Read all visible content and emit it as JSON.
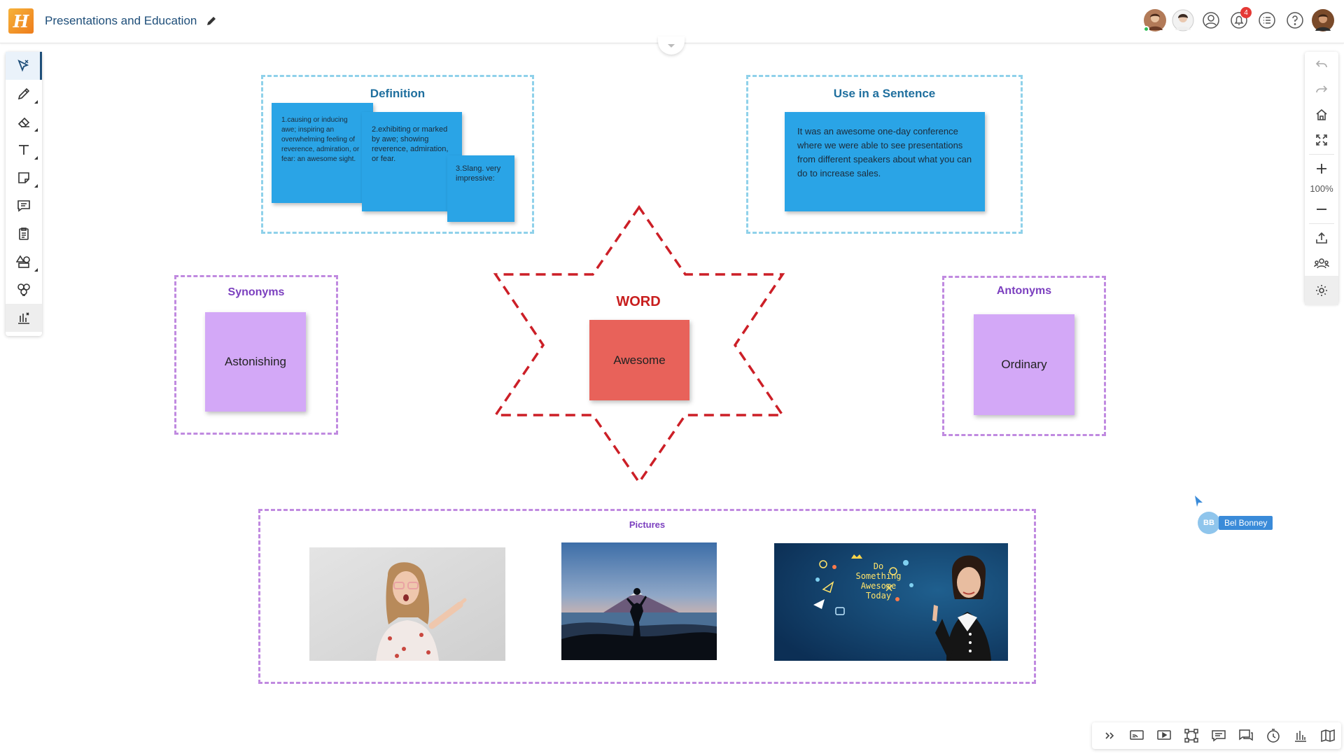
{
  "app": {
    "logo_letter": "H",
    "title": "Presentations and Education",
    "notifications_count": "4"
  },
  "left_toolbar": [
    {
      "name": "select-tool",
      "icon": "cursor-icon"
    },
    {
      "name": "pen-tool",
      "icon": "pencil-icon"
    },
    {
      "name": "eraser-tool",
      "icon": "eraser-icon"
    },
    {
      "name": "text-tool",
      "icon": "text-icon"
    },
    {
      "name": "sticky-note-tool",
      "icon": "sticky-note-icon"
    },
    {
      "name": "comment-tool",
      "icon": "comment-icon"
    },
    {
      "name": "clipboard-tool",
      "icon": "clipboard-icon"
    },
    {
      "name": "shapes-tool",
      "icon": "shapes-icon"
    },
    {
      "name": "templates-tool",
      "icon": "templates-icon"
    },
    {
      "name": "more-tools",
      "icon": "chart-tools-icon"
    }
  ],
  "right_toolbar": {
    "zoom": "100%"
  },
  "board": {
    "definition": {
      "title": "Definition",
      "notes": [
        "1.causing or inducing awe; inspiring an overwhelming feeling of reverence, admiration, or fear: an awesome sight.",
        "2.exhibiting or marked by awe; showing reverence, admiration, or fear.",
        "3.Slang. very impressive:"
      ]
    },
    "sentence": {
      "title": "Use in a Sentence",
      "text": "It was an awesome one-day conference where we were able to see presentations from different speakers about what you can do to increase sales."
    },
    "synonyms": {
      "title": "Synonyms",
      "word": "Astonishing"
    },
    "antonyms": {
      "title": "Antonyms",
      "word": "Ordinary"
    },
    "center": {
      "title": "WORD",
      "word": "Awesome"
    },
    "pictures": {
      "title": "Pictures",
      "items": [
        "surprised-woman-pointing",
        "person-on-mountain-at-sunset",
        "woman-with-doodles"
      ],
      "doodle_text": [
        "Do",
        "Something",
        "Awesome",
        "Today"
      ]
    }
  },
  "collaborator_cursor": {
    "initials": "BB",
    "name": "Bel Bonney"
  },
  "colors": {
    "blue_frame": "#8fd1ea",
    "purple_frame": "#c08ae0",
    "star_red": "#cc1f27",
    "sticky_blue": "#2aa4e6",
    "sticky_purple": "#d3a8f7",
    "sticky_red": "#e8625a",
    "title_blue": "#1f6f9e",
    "title_purple": "#7b3fbf",
    "title_red": "#c81e1e"
  }
}
